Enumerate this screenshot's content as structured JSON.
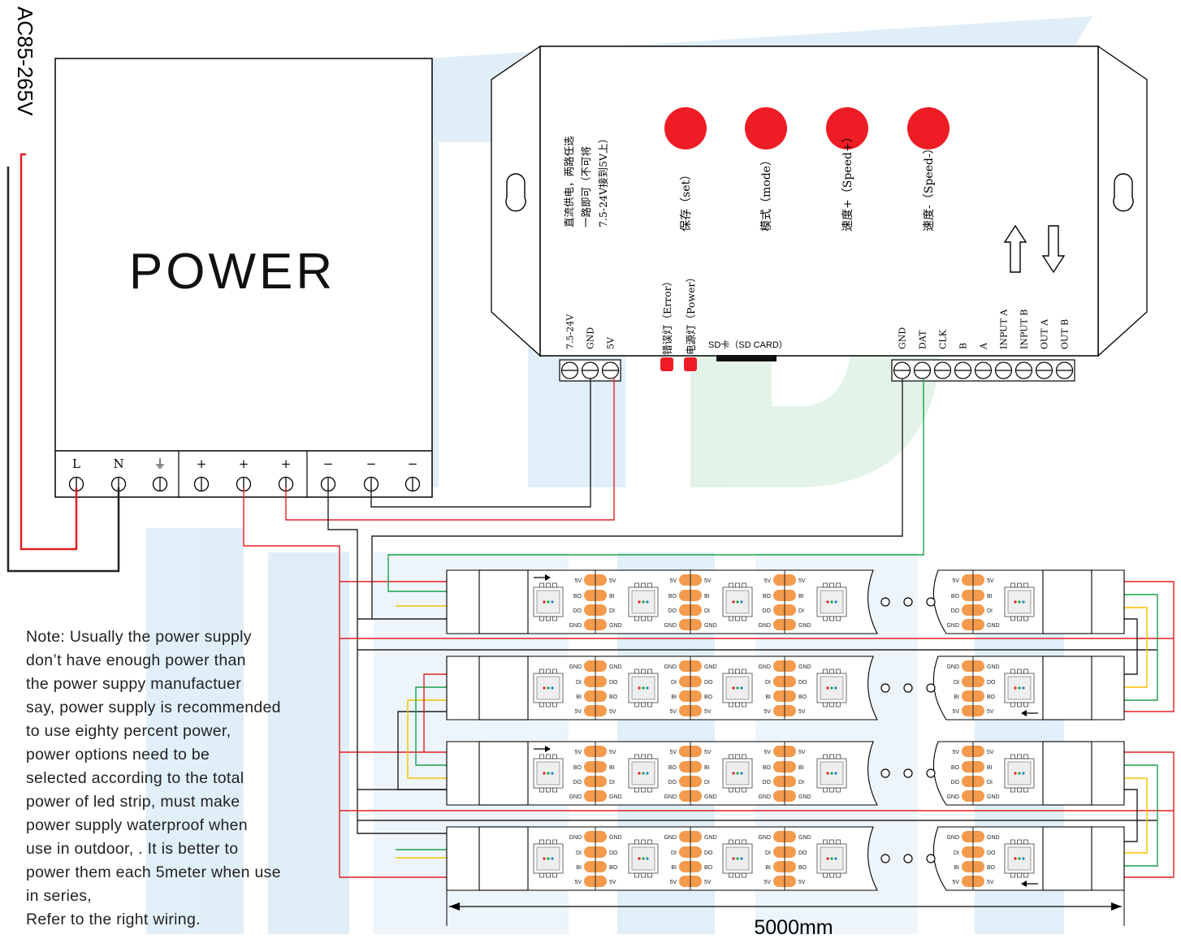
{
  "ac_input_label": "AC85-265V",
  "power_supply": {
    "title": "POWER",
    "terminals": [
      "L",
      "N",
      "⏚",
      "+",
      "+",
      "+",
      "−",
      "−",
      "−"
    ]
  },
  "controller": {
    "supply_note": [
      "直流供电，两路任选",
      "一路即可（不可将",
      "7.5-24V接到5V上）"
    ],
    "buttons": [
      {
        "label": "保存（set）",
        "color": "#ee1c25"
      },
      {
        "label": "模式（mode）",
        "color": "#ee1c25"
      },
      {
        "label": "速度+（Speed+）",
        "color": "#ee1c25"
      },
      {
        "label": "速度-（Speed-）",
        "color": "#ee1c25"
      }
    ],
    "leds": [
      {
        "label": "错误灯（Error）",
        "color": "#ee1c25"
      },
      {
        "label": "电源灯（Power）",
        "color": "#ee1c25"
      }
    ],
    "sd_card_label": "SD卡（SD CARD）",
    "power_terminals": [
      "7.5-24V",
      "GND",
      "5V"
    ],
    "signal_terminals": [
      "GND",
      "DAT",
      "CLK",
      "B",
      "A",
      "INPUT A",
      "INPUT B",
      "OUT A",
      "OUT B"
    ],
    "icons": [
      "keyhole-icon",
      "up-arrow-icon",
      "down-arrow-icon"
    ]
  },
  "strip": {
    "pins": [
      "5V",
      "BO",
      "DO",
      "GND"
    ],
    "pins_right": [
      "5V",
      "BI",
      "DI",
      "GND"
    ],
    "length_label": "5000mm",
    "wire_colors": {
      "red": "#e31e24",
      "black": "#222222",
      "green": "#1aa24a",
      "yellow": "#f2c200"
    },
    "pad_color": "#f39a4c"
  },
  "note_lines": [
    "Note: Usually the power supply",
    "don’t have enough power than",
    "the power suppy manufactuer",
    "say, power supply is recommended",
    "to use eighty percent power,",
    "power options need to be",
    "selected according to the total",
    "power of led strip, must make",
    "power supply waterproof when",
    "use in outdoor,  .  It is better to",
    "power them each 5meter when use",
    "in series,",
    "Refer to the right wiring."
  ]
}
